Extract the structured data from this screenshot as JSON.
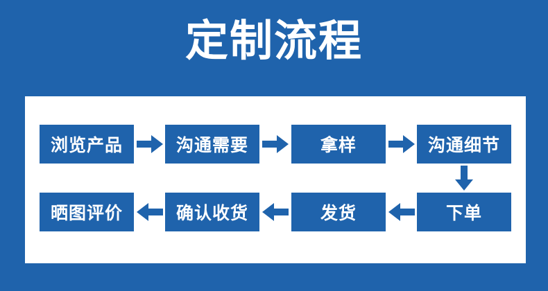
{
  "banner": {
    "title": "定制流程",
    "background_color": "#1F63AC",
    "panel_color": "#FFFFFF",
    "node_color": "#1F63AC",
    "node_text_color": "#FFFFFF",
    "arrow_color": "#1F63AC"
  },
  "flow": {
    "row1": {
      "nodes": [
        {
          "label": "浏览产品",
          "icon": ""
        },
        {
          "label": "沟通需要",
          "icon": ""
        },
        {
          "label": "拿样",
          "icon": ""
        },
        {
          "label": "沟通细节",
          "icon": ""
        }
      ],
      "connectors": [
        {
          "icon": "arrow-right-icon",
          "direction": "right"
        },
        {
          "icon": "arrow-right-icon",
          "direction": "right"
        },
        {
          "icon": "arrow-right-icon",
          "direction": "right"
        }
      ]
    },
    "turn": {
      "icon": "arrow-down-icon",
      "direction": "down"
    },
    "row2": {
      "nodes": [
        {
          "label": "晒图评价",
          "icon": ""
        },
        {
          "label": "确认收货",
          "icon": ""
        },
        {
          "label": "发货",
          "icon": ""
        },
        {
          "label": "下单",
          "icon": ""
        }
      ],
      "connectors": [
        {
          "icon": "arrow-left-icon",
          "direction": "left"
        },
        {
          "icon": "arrow-left-icon",
          "direction": "left"
        },
        {
          "icon": "arrow-left-icon",
          "direction": "left"
        }
      ]
    }
  }
}
